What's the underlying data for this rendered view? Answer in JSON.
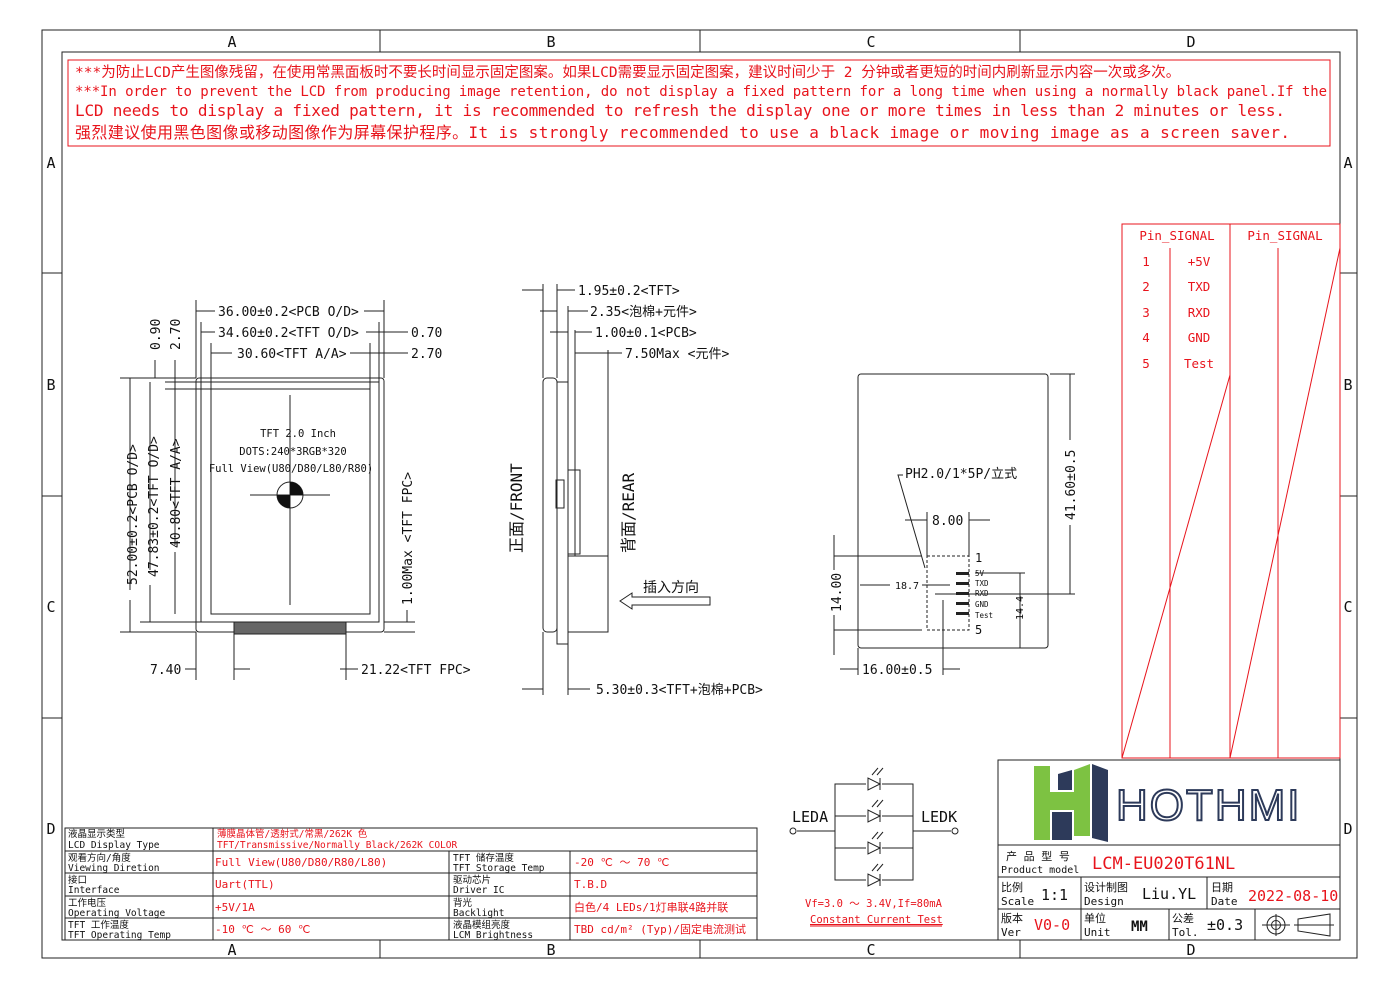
{
  "frame": {
    "columns": [
      "A",
      "B",
      "C",
      "D"
    ],
    "rows": [
      "A",
      "B",
      "C",
      "D"
    ]
  },
  "notice": {
    "lines": [
      "***为防止LCD产生图像残留，在使用常黑面板时不要长时间显示固定图案。如果LCD需要显示固定图案，建议时间少于 2 分钟或者更短的时间内刷新显示内容一次或多次。",
      "***In order to prevent the LCD from producing image retention, do not display a fixed pattern for a long time when using a normally black panel.If the",
      " LCD needs to display a fixed pattern, it is recommended to refresh the display one or more times in less than 2 minutes or less.",
      "强烈建议使用黑色图像或移动图像作为屏幕保护程序。It is strongly recommended to use a black image or moving image as a screen saver."
    ]
  },
  "front_view": {
    "screen_text": [
      "TFT 2.0 Inch",
      "DOTS:240*3RGB*320",
      "Full View(U80/D80/L80/R80)"
    ],
    "dims": {
      "pcb_w": "36.00±0.2<PCB O/D>",
      "tft_w": "34.60±0.2<TFT O/D>",
      "aa_w": "30.60<TFT A/A>",
      "d070": "0.70",
      "d270r": "2.70",
      "d090": "0.90",
      "d270l": "2.70",
      "pcb_h": "52.00±0.2<PCB O/D>",
      "tft_h": "47.83±0.2<TFT O/D>",
      "aa_h": "40.80<TFT A/A>",
      "fpc": "1.00Max <TFT FPC>",
      "d740": "7.40",
      "fpc_pos": "21.22<TFT FPC>"
    }
  },
  "side_view": {
    "front_label": "正面/FRONT",
    "rear_label": "背面/REAR",
    "insert_label": "插入方向",
    "dims": {
      "tft": "1.95±0.2<TFT>",
      "foam": "2.35<泡棉+元件>",
      "pcb": "1.00±0.1<PCB>",
      "comp": "7.50Max <元件>",
      "total": "5.30±0.3<TFT+泡棉+PCB>"
    }
  },
  "rear_view": {
    "connector": "PH2.0/1*5P/立式",
    "pins": [
      "5V",
      "TXD",
      "RXD",
      "GND",
      "Test"
    ],
    "pin_first": "1",
    "pin_last": "5",
    "dims": {
      "w8": "8.00",
      "h14": "14.00",
      "d187": "18.7",
      "d144": "14.4",
      "d416": "41.60±0.5",
      "d16": "16.00±0.5"
    }
  },
  "pin_table": {
    "headers": [
      "Pin_SIGNAL",
      "Pin_SIGNAL"
    ],
    "rows": [
      {
        "pin": "1",
        "signal": "+5V"
      },
      {
        "pin": "2",
        "signal": "TXD"
      },
      {
        "pin": "3",
        "signal": "RXD"
      },
      {
        "pin": "4",
        "signal": "GND"
      },
      {
        "pin": "5",
        "signal": "Test"
      }
    ]
  },
  "led": {
    "anode": "LEDA",
    "cathode": "LEDK",
    "spec": "Vf=3.0 ～ 3.4V,If=80mA",
    "test": "Constant Current Test"
  },
  "spec_table": {
    "type_cn": "液晶显示类型",
    "type_en": "LCD Display Type",
    "type_val_cn": "薄膜晶体管/透射式/常黑/262K 色",
    "type_val_en": "TFT/Transmissive/Normally Black/262K COLOR",
    "rows": [
      {
        "l_cn": "观看方向/角度",
        "l_en": "Viewing Diretion",
        "l_val": "Full View(U80/D80/R80/L80)",
        "r_cn": "TFT 储存温度",
        "r_en": "TFT Storage Temp",
        "r_val": "-20 ℃ ～ 70 ℃"
      },
      {
        "l_cn": "接口",
        "l_en": "Interface",
        "l_val": "Uart(TTL)",
        "r_cn": "驱动芯片",
        "r_en": "Driver IC",
        "r_val": "T.B.D"
      },
      {
        "l_cn": "工作电压",
        "l_en": "Operating Voltage",
        "l_val": "+5V/1A",
        "r_cn": "背光",
        "r_en": "Backlight",
        "r_val": "白色/4 LEDs/1灯串联4路并联"
      },
      {
        "l_cn": "TFT 工作温度",
        "l_en": "TFT Operating Temp",
        "l_val": "-10 ℃ ～ 60 ℃",
        "r_cn": "液晶模组亮度",
        "r_en": "LCM Brightness",
        "r_val": "TBD cd/m² (Typ)/固定电流测试"
      }
    ]
  },
  "title_block": {
    "logo": "HOTHMI",
    "model_cn": "产 品 型 号",
    "model_en": "Product model",
    "model": "LCM-EU020T61NL",
    "scale_cn": "比例",
    "scale_en": "Scale",
    "scale": "1:1",
    "design_cn": "设计制图",
    "design_en": "Design",
    "design": "Liu.YL",
    "date_cn": "日期",
    "date_en": "Date",
    "date": "2022-08-10",
    "ver_cn": "版本",
    "ver_en": "Ver",
    "ver": "V0-0",
    "unit_cn": "单位",
    "unit_en": "Unit",
    "unit": "MM",
    "tol_cn": "公差",
    "tol_en": "Tol.",
    "tol": "±0.3"
  },
  "colors": {
    "red": "#e8141c",
    "line": "#222222",
    "logo_green": "#7dc242",
    "logo_navy": "#2d3a5a"
  }
}
